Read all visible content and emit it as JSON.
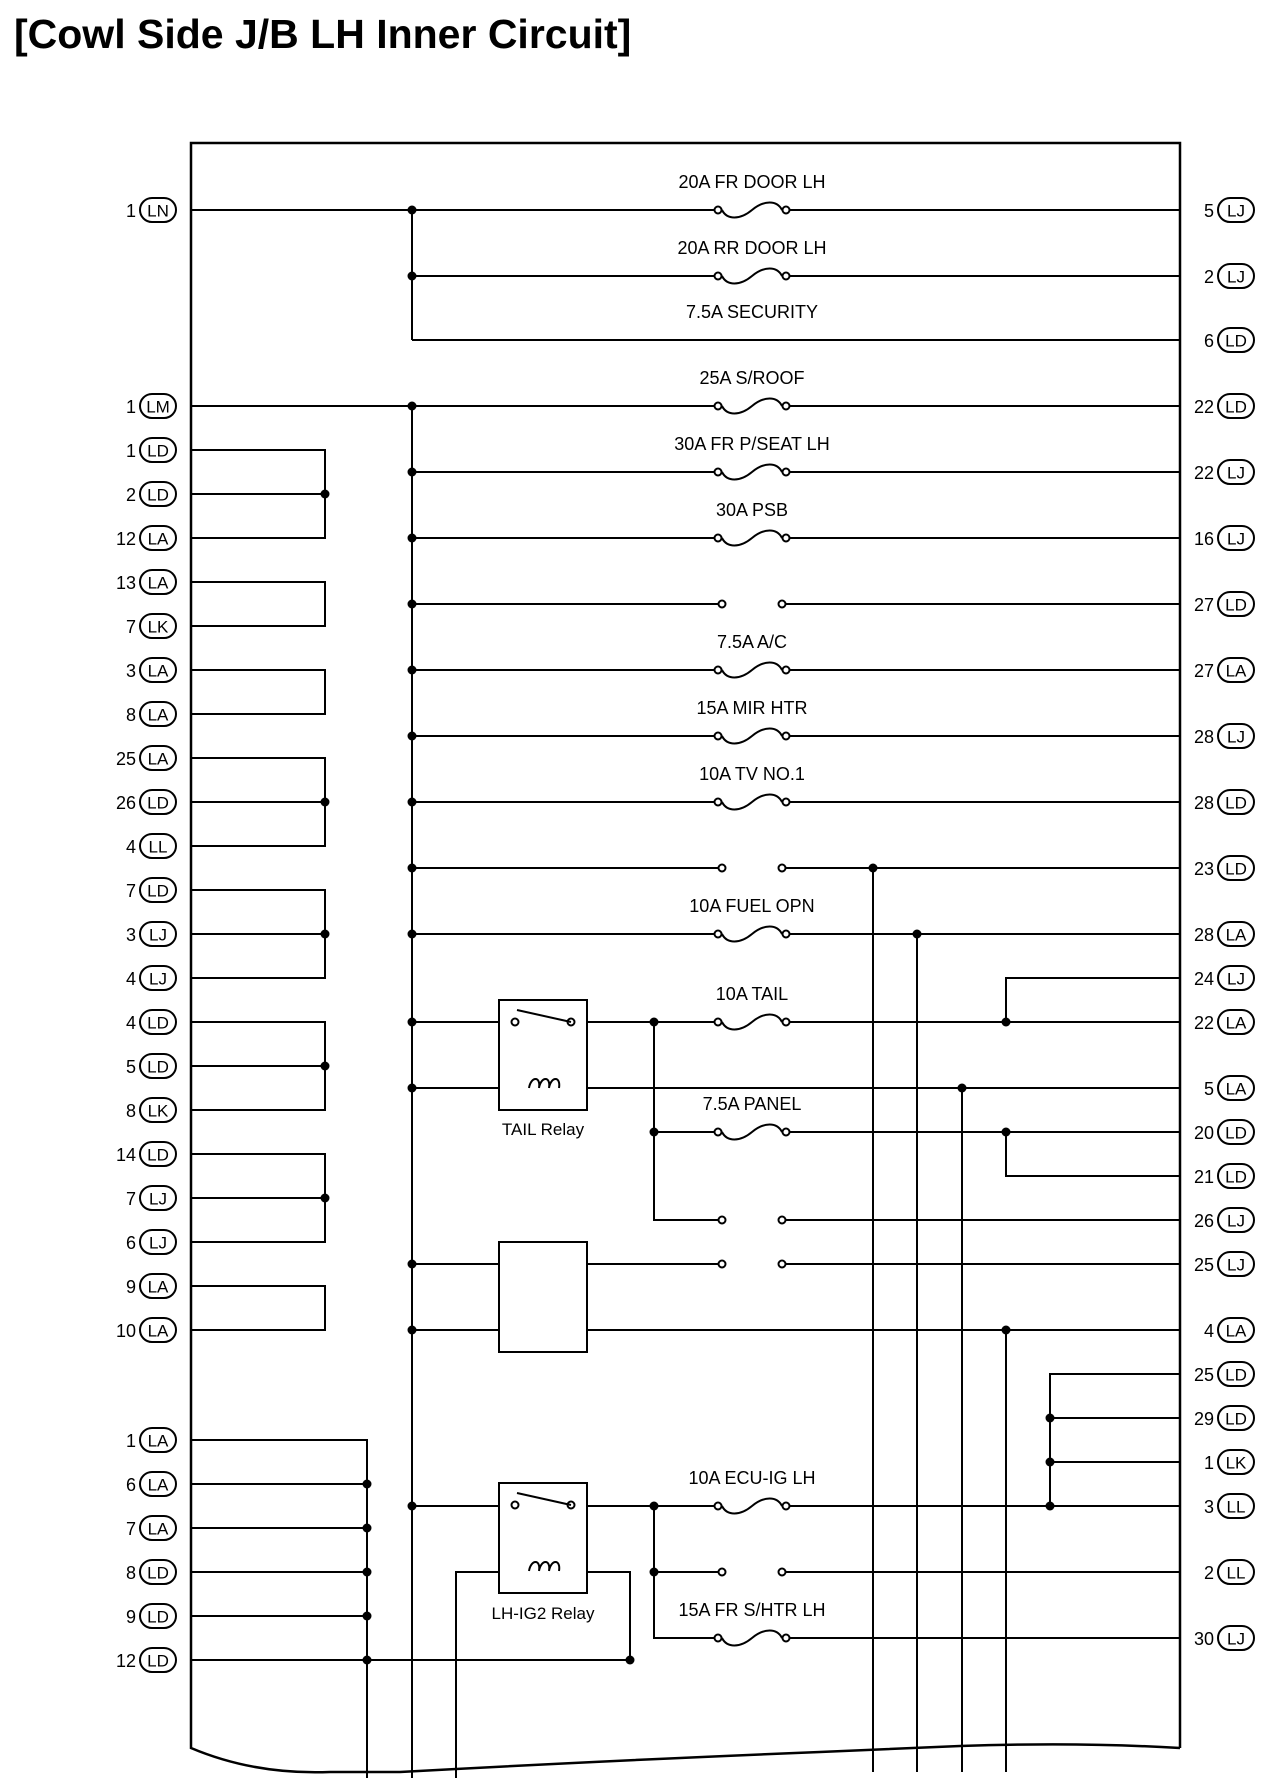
{
  "title": "[Cowl Side J/B LH Inner Circuit]",
  "left_connectors": [
    {
      "pin": "1",
      "code": "LN"
    },
    {
      "pin": "1",
      "code": "LM"
    },
    {
      "pin": "1",
      "code": "LD"
    },
    {
      "pin": "2",
      "code": "LD"
    },
    {
      "pin": "12",
      "code": "LA"
    },
    {
      "pin": "13",
      "code": "LA"
    },
    {
      "pin": "7",
      "code": "LK"
    },
    {
      "pin": "3",
      "code": "LA"
    },
    {
      "pin": "8",
      "code": "LA"
    },
    {
      "pin": "25",
      "code": "LA"
    },
    {
      "pin": "26",
      "code": "LD"
    },
    {
      "pin": "4",
      "code": "LL"
    },
    {
      "pin": "7",
      "code": "LD"
    },
    {
      "pin": "3",
      "code": "LJ"
    },
    {
      "pin": "4",
      "code": "LJ"
    },
    {
      "pin": "4",
      "code": "LD"
    },
    {
      "pin": "5",
      "code": "LD"
    },
    {
      "pin": "8",
      "code": "LK"
    },
    {
      "pin": "14",
      "code": "LD"
    },
    {
      "pin": "7",
      "code": "LJ"
    },
    {
      "pin": "6",
      "code": "LJ"
    },
    {
      "pin": "9",
      "code": "LA"
    },
    {
      "pin": "10",
      "code": "LA"
    },
    {
      "pin": "1",
      "code": "LA"
    },
    {
      "pin": "6",
      "code": "LA"
    },
    {
      "pin": "7",
      "code": "LA"
    },
    {
      "pin": "8",
      "code": "LD"
    },
    {
      "pin": "9",
      "code": "LD"
    },
    {
      "pin": "12",
      "code": "LD"
    }
  ],
  "right_connectors": [
    {
      "pin": "5",
      "code": "LJ"
    },
    {
      "pin": "2",
      "code": "LJ"
    },
    {
      "pin": "6",
      "code": "LD"
    },
    {
      "pin": "22",
      "code": "LD"
    },
    {
      "pin": "22",
      "code": "LJ"
    },
    {
      "pin": "16",
      "code": "LJ"
    },
    {
      "pin": "27",
      "code": "LD"
    },
    {
      "pin": "27",
      "code": "LA"
    },
    {
      "pin": "28",
      "code": "LJ"
    },
    {
      "pin": "28",
      "code": "LD"
    },
    {
      "pin": "23",
      "code": "LD"
    },
    {
      "pin": "28",
      "code": "LA"
    },
    {
      "pin": "24",
      "code": "LJ"
    },
    {
      "pin": "22",
      "code": "LA"
    },
    {
      "pin": "5",
      "code": "LA"
    },
    {
      "pin": "20",
      "code": "LD"
    },
    {
      "pin": "21",
      "code": "LD"
    },
    {
      "pin": "26",
      "code": "LJ"
    },
    {
      "pin": "25",
      "code": "LJ"
    },
    {
      "pin": "4",
      "code": "LA"
    },
    {
      "pin": "25",
      "code": "LD"
    },
    {
      "pin": "29",
      "code": "LD"
    },
    {
      "pin": "1",
      "code": "LK"
    },
    {
      "pin": "3",
      "code": "LL"
    },
    {
      "pin": "2",
      "code": "LL"
    },
    {
      "pin": "30",
      "code": "LJ"
    }
  ],
  "fuses": [
    "20A FR DOOR LH",
    "20A RR DOOR LH",
    "7.5A SECURITY",
    "25A S/ROOF",
    "30A FR P/SEAT LH",
    "30A PSB",
    "7.5A A/C",
    "15A MIR HTR",
    "10A TV NO.1",
    "10A FUEL OPN",
    "10A TAIL",
    "7.5A PANEL",
    "10A ECU-IG LH",
    "15A FR S/HTR LH"
  ],
  "relays": [
    "TAIL Relay",
    "LH-IG2 Relay"
  ]
}
